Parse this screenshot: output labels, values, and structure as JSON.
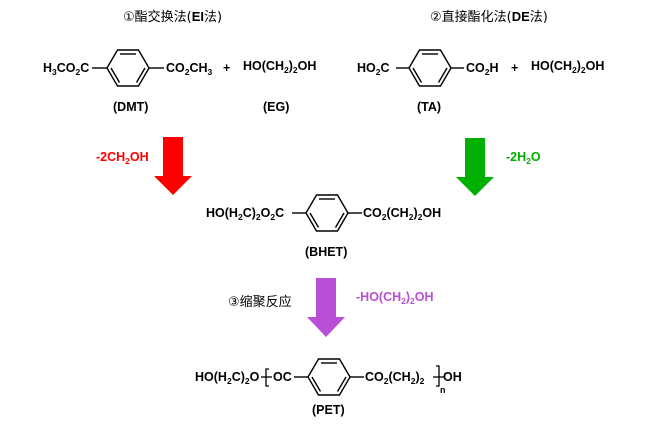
{
  "routes": {
    "ei": {
      "title_prefix": "①酯交换法(",
      "title_code": "EI",
      "title_suffix": "法)",
      "reactant1": {
        "left_formula": [
          "H",
          "3",
          "CO",
          "2",
          "C"
        ],
        "right_formula": [
          "CO",
          "2",
          "CH",
          "3"
        ],
        "label": "(DMT)"
      },
      "plus": "+",
      "reactant2": {
        "formula": [
          "HO(CH",
          "2",
          ")",
          "2",
          "OH"
        ],
        "label": "(EG)"
      },
      "byproduct": [
        "-2CH",
        "2",
        "OH"
      ],
      "arrow_color": "#ff0000"
    },
    "de": {
      "title_prefix": "②直接酯化法(",
      "title_code": "DE",
      "title_suffix": "法)",
      "reactant1": {
        "left_formula": [
          "HO",
          "2",
          "C"
        ],
        "right_formula": [
          "CO",
          "2",
          "H"
        ],
        "label": "(TA)"
      },
      "plus": "+",
      "reactant2": {
        "formula": [
          "HO(CH",
          "2",
          ")",
          "2",
          "OH"
        ]
      },
      "byproduct": [
        "-2H",
        "2",
        "O"
      ],
      "arrow_color": "#00b000"
    }
  },
  "intermediate": {
    "left_formula": [
      "HO(H",
      "2",
      "C)",
      "2",
      "O",
      "2",
      "C"
    ],
    "right_formula": [
      "CO",
      "2",
      "(CH",
      "2",
      ")",
      "2",
      "OH"
    ],
    "label": "(BHET)"
  },
  "polycondensation": {
    "step_label": "③缩聚反应",
    "byproduct": [
      "-HO(CH",
      "2",
      ")",
      "2",
      "OH"
    ],
    "arrow_color": "#b84fd6"
  },
  "product": {
    "end_left": [
      "HO(H",
      "2",
      "C)",
      "2",
      "O"
    ],
    "repeat_left": "OC",
    "repeat_right": [
      "CO",
      "2",
      "(CH",
      "2",
      ")",
      "2"
    ],
    "repeat_subscript": "n",
    "end_right": "OH",
    "label": "(PET)"
  },
  "colors": {
    "ei_byproduct": "#ff0000",
    "de_byproduct": "#00b000",
    "poly_byproduct": "#b84fd6",
    "structure": "#000000"
  }
}
